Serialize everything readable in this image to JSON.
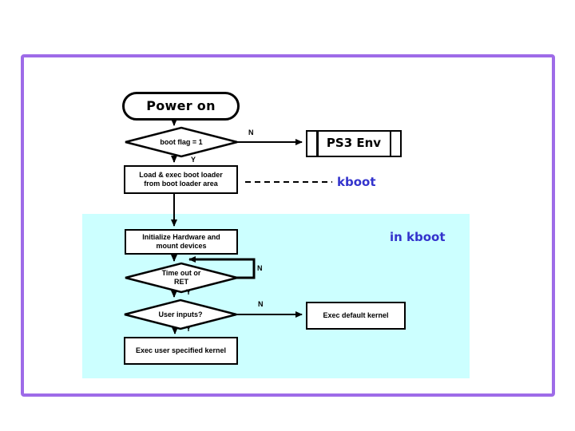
{
  "diagram": {
    "nodes": {
      "power_on": "Power on",
      "boot_flag": "boot flag = 1",
      "load_exec": [
        "Load & exec boot loader",
        "from boot loader area"
      ],
      "ps3_env": "PS3 Env",
      "init_hw": [
        "Initialize Hardware and",
        "mount devices"
      ],
      "timeout": [
        "Time out or",
        "RET"
      ],
      "user_inputs": "User inputs?",
      "exec_default": "Exec default kernel",
      "exec_user": "Exec user specified kernel"
    },
    "edge_labels": {
      "boot_flag_no": "N",
      "boot_flag_yes": "Y",
      "timeout_no": "N",
      "timeout_yes": "Y",
      "user_inputs_no": "N",
      "user_inputs_yes": "Y"
    },
    "annotations": {
      "kboot": "kboot",
      "in_kboot": "in kboot"
    },
    "colors": {
      "frame": "#9e6be8",
      "region": "#ccffff",
      "accent_text": "#3333cc",
      "line": "#000000",
      "node_fill": "#ffffff"
    }
  }
}
